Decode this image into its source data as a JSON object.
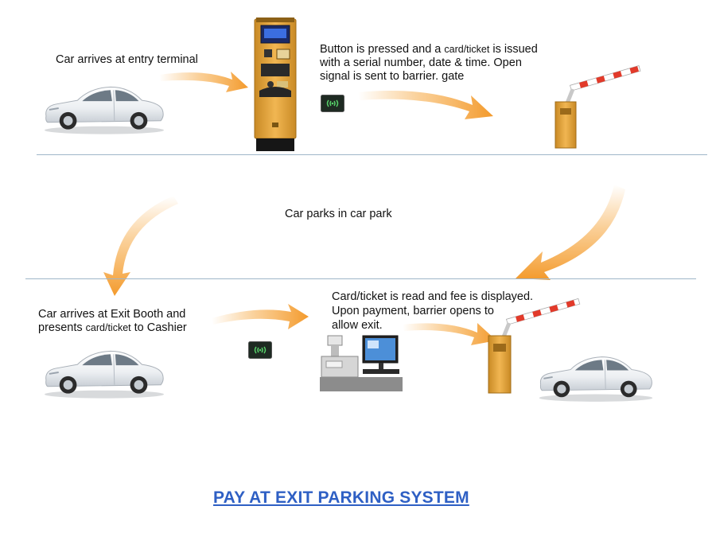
{
  "steps": {
    "arrive_entry": "Car arrives at entry terminal",
    "issue_line1_a": "Button is pressed and a ",
    "issue_line1_b": "card/ticket",
    "issue_line1_c": " is issued",
    "issue_line2": "with a serial number, date & time. Open",
    "issue_line3": "signal  is sent to barrier. gate",
    "parks": "Car parks in car park",
    "exit_line1": "Car arrives at Exit Booth and",
    "exit_line2_a": "presents ",
    "exit_line2_b": "card/ticket",
    "exit_line2_c": " to Cashier",
    "read_line1": "Card/ticket is read and fee is displayed.",
    "read_line2": "Upon payment, barrier opens to",
    "read_line3": "allow exit."
  },
  "title": "PAY AT EXIT PARKING SYSTEM",
  "colors": {
    "arrow": "#f6a944",
    "separator": "#9fb6c9",
    "title": "#2e5fc4",
    "terminal": "#e3a23a",
    "barrier_stripe": "#e23a2a"
  },
  "icons": [
    "car-icon",
    "entry-terminal-icon",
    "rfid-card-icon",
    "barrier-gate-icon",
    "cashier-station-icon"
  ]
}
